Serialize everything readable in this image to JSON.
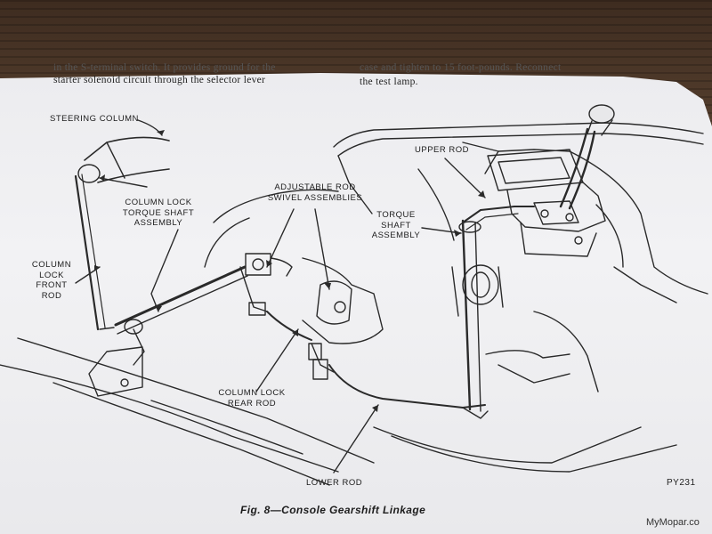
{
  "top_text": {
    "left_line_partial": "in the S-terminal switch. It provides ground for the",
    "left_line": "starter solenoid circuit through the selector lever",
    "right_line_partial": "case and tighten to 15 foot-pounds. Reconnect",
    "right_line": "the test lamp."
  },
  "labels": {
    "steering_column": "STEERING COLUMN",
    "column_lock_torque_shaft": [
      "COLUMN LOCK",
      "TORQUE SHAFT",
      "ASSEMBLY"
    ],
    "column_lock_front_rod": [
      "COLUMN",
      "LOCK",
      "FRONT",
      "ROD"
    ],
    "adjustable_rod_swivel": [
      "ADJUSTABLE ROD",
      "SWIVEL ASSEMBLIES"
    ],
    "upper_rod": "UPPER ROD",
    "torque_shaft_assembly": [
      "TORQUE",
      "SHAFT",
      "ASSEMBLY"
    ],
    "column_lock_rear_rod": [
      "COLUMN LOCK",
      "REAR ROD"
    ],
    "lower_rod": "LOWER ROD"
  },
  "figure_code": "PY231",
  "caption": "Fig. 8—Console Gearshift Linkage",
  "watermark": "MyMopar.co"
}
